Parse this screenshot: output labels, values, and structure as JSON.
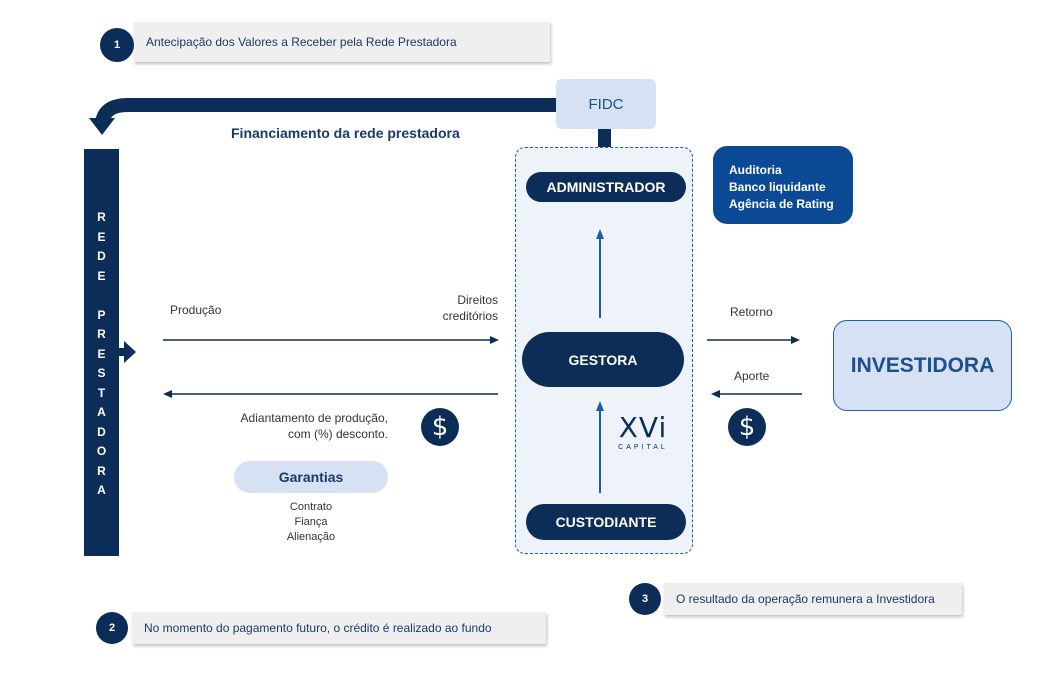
{
  "steps": [
    {
      "number": "1",
      "text": "Antecipação  dos Valores a Receber pela Rede Prestadora"
    },
    {
      "number": "2",
      "text": "No momento do pagamento futuro,  o crédito é realizado ao fundo"
    },
    {
      "number": "3",
      "text": "O resultado da operação remunera a Investidora"
    }
  ],
  "fidc": "FIDC",
  "financing_label": "Financiamento  da rede prestadora",
  "rede_prestadora": [
    "R",
    "E",
    "D",
    "E",
    "",
    "P",
    "R",
    "E",
    "S",
    "T",
    "A",
    "D",
    "O",
    "R",
    "A"
  ],
  "producao": "Produção",
  "direitos": [
    "Direitos",
    "creditórios"
  ],
  "adiantamento": [
    "Adiantamento  de produção,",
    "com (%) desconto."
  ],
  "garantias": {
    "title": "Garantias",
    "items": [
      "Contrato",
      "Fiança",
      "Alienação"
    ]
  },
  "fund": {
    "administrador": "ADMINISTRADOR",
    "gestora": "GESTORA",
    "custodiante": "CUSTODIANTE",
    "logo_main": "XVi",
    "logo_sub": "CAPITAL"
  },
  "services": [
    "Auditoria",
    "Banco liquidante",
    "Agência de Rating"
  ],
  "retorno": "Retorno",
  "aporte": "Aporte",
  "investidora": "INVESTIDORA",
  "dollar_symbol": "$",
  "icons": [
    "dollar-icon",
    "arrow-icon"
  ],
  "colors": {
    "navy": "#0d2d59",
    "light_blue": "#d6e2f3",
    "fund_bg": "#eef3fa"
  }
}
